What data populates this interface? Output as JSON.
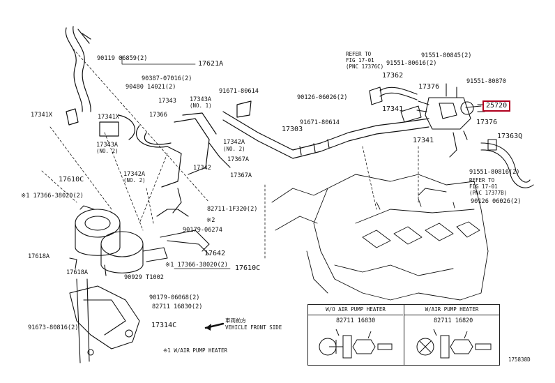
{
  "highlight": {
    "part": "25720",
    "color": "#b0001e"
  },
  "labels": {
    "p90119": "90119  06859(2)",
    "p17621A": "17621A",
    "p90387": "90387-07016(2)",
    "p90480": "90480  14021(2)",
    "p17343A_top": "17343A",
    "p17343A_top_note": "(NO. 1)",
    "p17343": "17343",
    "p17366": "17366",
    "p91671_a": "91671-80614",
    "p17341X_left": "17341X",
    "p17341X": "17341X",
    "p17342A": "17342A",
    "p17342A_note": "(NO. 2)",
    "p17367A": "17367A",
    "p17343A_mid": "17343A",
    "p17343A_mid_note": "(NO. 2)",
    "p17342": "17342",
    "p17367A_b": "17367A",
    "p17342A_b": "17342A",
    "p17342A_b_note": "(NO. 2)",
    "p17610C": "17610C",
    "p17366_left": "※1 17366-38020(2)",
    "p82711_mid": "82711-1F320(2)",
    "p_note2": "※2",
    "p90179_a": "90179-06274",
    "p17642": "17642",
    "p17618A_a": "17618A",
    "p17618A_b": "17618A",
    "p17366_bot": "※1 17366-38020(2)",
    "p17610C_b": "17610C",
    "p90929": "90929  T1002",
    "p90179_b": "90179-06068(2)",
    "p82711_b": "82711  16830(2)",
    "p91673": "91673-80816(2)",
    "p17314C": "17314C",
    "p_front_jp": "車両前方",
    "p_front": "VEHICLE FRONT SIDE",
    "p_note_air": "※1 W/AIR PUMP HEATER",
    "p_refer1_a": "REFER TO",
    "p_refer1_b": "FIG 17-01",
    "p_refer1_c": "(PNC 17376C)",
    "p91551_a": "91551-80845(2)",
    "p91551_b": "91551-80616(2)",
    "p17362": "17362",
    "p91551_c": "91551-80870",
    "p17376_a": "17376",
    "p90126_a": "90126-06026(2)",
    "p17341": "17341",
    "p25720": "25720",
    "p91671_b": "91671-80614",
    "p17303": "17303",
    "p17376_b": "17376",
    "p17363Q": "17363Q",
    "p17341_b": "17341",
    "p91551_d": "91551-80816(2)",
    "p_refer2_a": "REFER TO",
    "p_refer2_b": "FIG 17-01",
    "p_refer2_c": "(PNC 17377B)",
    "p90126_b": "90126  06026(2)",
    "p_footer": "175838D"
  },
  "legend": {
    "left_header": "W/O AIR PUMP HEATER",
    "right_header": "W/AIR PUMP HEATER",
    "left_part": "82711  16830",
    "right_part": "82711  16820"
  }
}
